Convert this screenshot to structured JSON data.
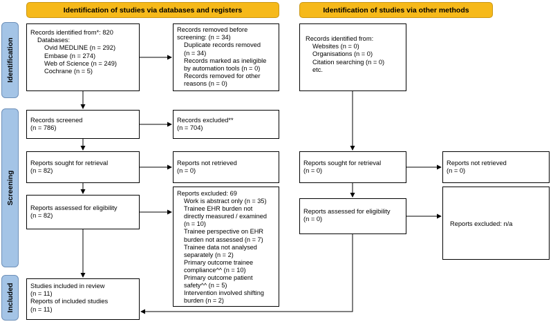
{
  "headers": {
    "databases": "Identification of studies via databases and registers",
    "other": "Identification of studies via other methods"
  },
  "phases": {
    "identification": "Identification",
    "screening": "Screening",
    "included": "Included"
  },
  "identified": {
    "line1": "Records identified from*: 820",
    "line2": "Databases:",
    "db1": "Ovid MEDLINE (n = 292)",
    "db2": "Embase (n = 274)",
    "db3": "Web of Science (n = 249)",
    "db4": "Cochrane (n = 5)"
  },
  "removed": {
    "line1": "Records removed before",
    "line2": "screening: (n = 34)",
    "l3": "Duplicate records removed",
    "l4": "(n = 34)",
    "l5": "Records marked as ineligible",
    "l6": "by automation tools (n = 0)",
    "l7": "Records removed for other",
    "l8": "reasons (n = 0)"
  },
  "other_identified": {
    "line1": "Records identified from:",
    "l2": "Websites (n = 0)",
    "l3": "Organisations (n = 0)",
    "l4": "Citation searching (n = 0)",
    "l5": "etc."
  },
  "screened": {
    "line1": "Records screened",
    "line2": "(n = 786)"
  },
  "excluded": {
    "line1": "Records excluded**",
    "line2": "(n = 704)"
  },
  "sought": {
    "line1": "Reports sought for retrieval",
    "line2": "(n = 82)"
  },
  "not_retrieved": {
    "line1": "Reports not retrieved",
    "line2": "(n = 0)"
  },
  "assessed": {
    "line1": "Reports assessed for eligibility",
    "line2": "(n = 82)"
  },
  "reports_excluded": {
    "title": "Reports excluded: 69",
    "lines": [
      "Work is abstract only (n = 35)",
      "Trainee EHR burden not",
      "directly measured / examined",
      "(n = 10)",
      "Trainee perspective on EHR",
      "burden not assessed (n = 7)",
      "Trainee data not analysed",
      "separately (n = 2)",
      "Primary outcome trainee",
      "compliance^^ (n = 10)",
      "Primary outcome patient",
      "safety^^ (n = 5)",
      "Intervention involved shifting",
      "burden (n = 2)"
    ]
  },
  "included": {
    "l1": "Studies included in review",
    "l2": "(n = 11)",
    "l3": "Reports of included studies",
    "l4": "(n = 11)"
  },
  "other_sought": {
    "line1": "Reports sought for retrieval",
    "line2": "(n = 0)"
  },
  "other_not_retrieved": {
    "line1": "Reports not retrieved",
    "line2": "(n = 0)"
  },
  "other_assessed": {
    "line1": "Reports assessed for eligibility",
    "line2": "(n = 0)"
  },
  "other_excluded": {
    "line1": "Reports excluded: n/a"
  }
}
